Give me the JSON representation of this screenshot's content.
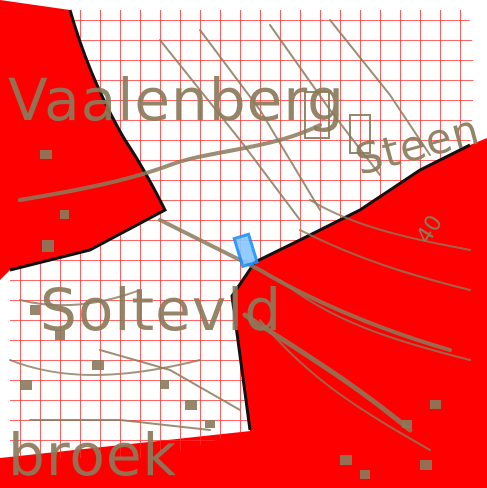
{
  "map": {
    "labels": {
      "vaalenberg": "Vaalenberg",
      "soltevld": "Soltevld",
      "steen": "Steen",
      "broek": "broek",
      "contour_40": "40"
    },
    "colors": {
      "zone_fill": "#ff0000",
      "outline": "#111111",
      "grid_line": "#ff2a2a",
      "topo_feature": "#8b7a5c",
      "selection_fill": "#88c8ff",
      "selection_stroke": "#1e90ff",
      "background": "#ffffff"
    },
    "selected_parcel": {
      "name": "selected-parcel"
    }
  }
}
